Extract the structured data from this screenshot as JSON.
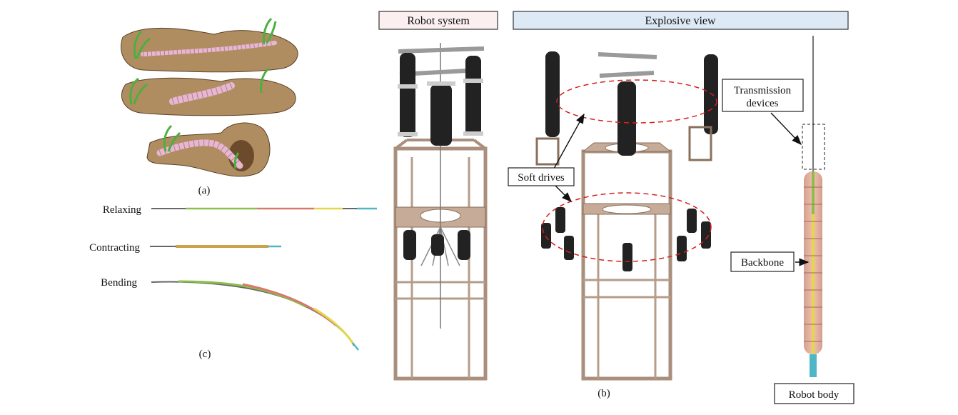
{
  "panels": {
    "a": "(a)",
    "b": "(b)",
    "c": "(c)"
  },
  "headers": {
    "robot_system": "Robot system",
    "explosive_view": "Explosive view"
  },
  "states": {
    "relaxing": "Relaxing",
    "contracting": "Contracting",
    "bending": "Bending"
  },
  "callouts": {
    "transmission_line1": "Transmission",
    "transmission_line2": "devices",
    "soft_drives": "Soft drives",
    "backbone": "Backbone",
    "robot_body": "Robot body"
  },
  "colors": {
    "soil": "#b08d60",
    "worm": "#e7b6cf",
    "grass": "#4caf3e",
    "frame": "#a98f7c",
    "actuator": "#222222",
    "header_pink": "#fbeff0",
    "header_blue": "#dde9f5",
    "dashed_red": "#d71f1f",
    "tip_cyan": "#4fb6c8"
  }
}
